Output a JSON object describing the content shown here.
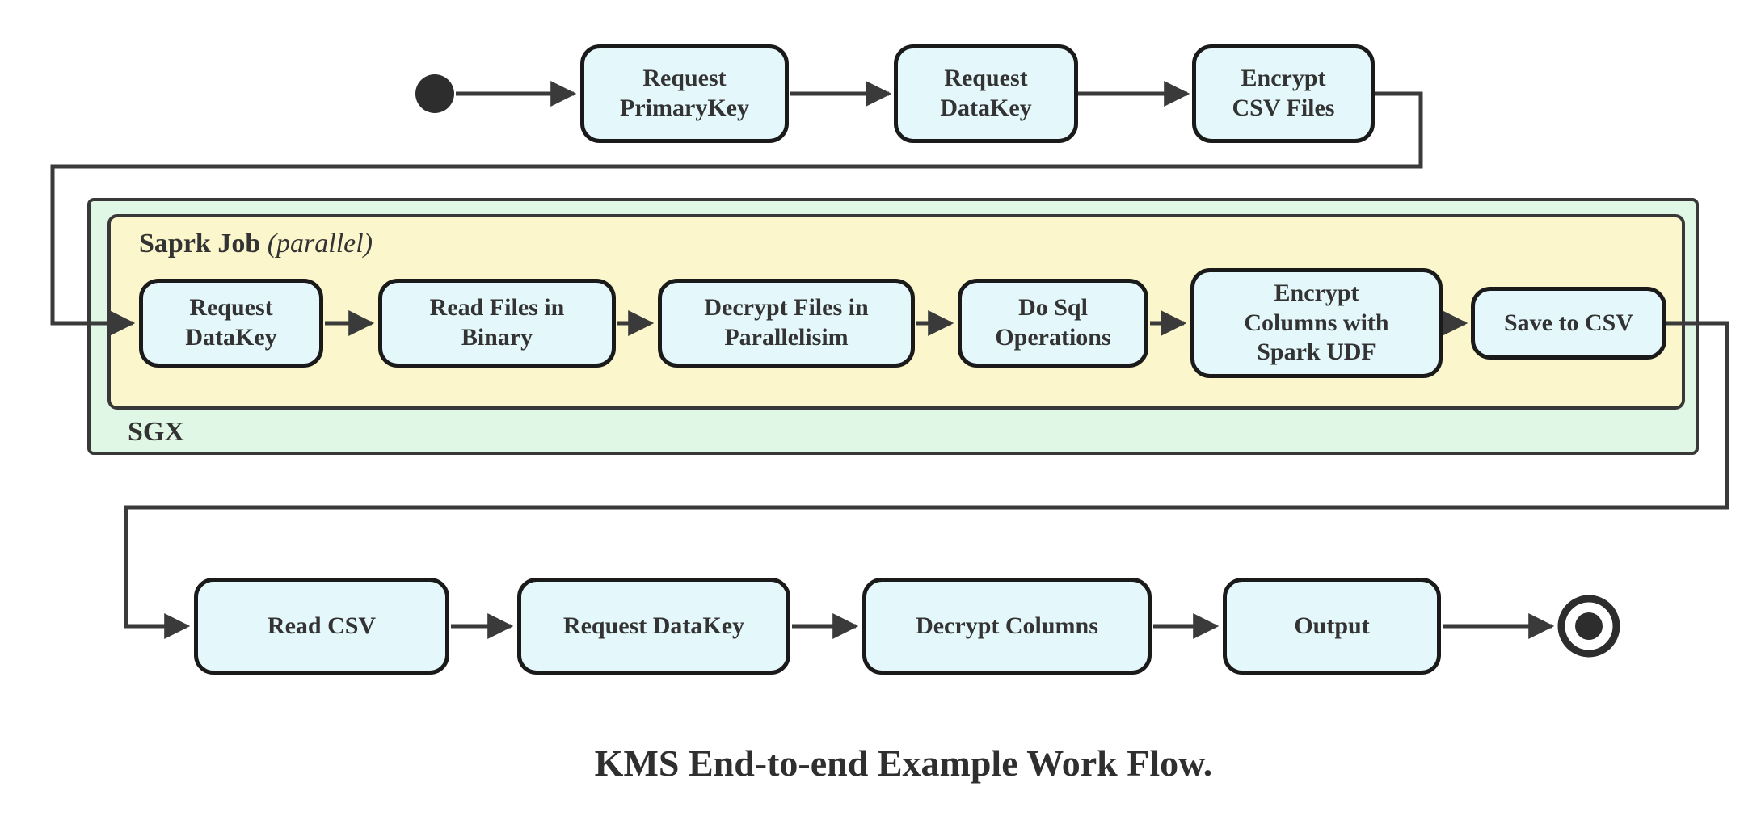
{
  "diagram": {
    "type": "state-flow-diagram",
    "caption": "KMS End-to-end Example Work Flow.",
    "top_row": [
      "Request PrimaryKey",
      "Request DataKey",
      "Encrypt CSV Files"
    ],
    "sgx": {
      "label": "SGX",
      "spark": {
        "label_bold": "Saprk Job",
        "label_paren": "(parallel)",
        "nodes": [
          "Request DataKey",
          "Read Files in Binary",
          "Decrypt Files in Parallelisim",
          "Do Sql Operations",
          "Encrypt Columns with Spark UDF",
          "Save to CSV"
        ]
      }
    },
    "bottom_row": [
      "Read CSV",
      "Request DataKey",
      "Decrypt Columns",
      "Output"
    ],
    "markers": {
      "start_state": "filled-circle",
      "end_state": "double-circle"
    },
    "colors": {
      "node_fill": "#e4f7fa",
      "node_border": "#1a1a1a",
      "sgx_fill": "#e1f7e5",
      "spark_fill": "#fbf6cc",
      "edge_line": "#3a3a3a",
      "text": "#333333",
      "background": "#ffffff"
    }
  }
}
